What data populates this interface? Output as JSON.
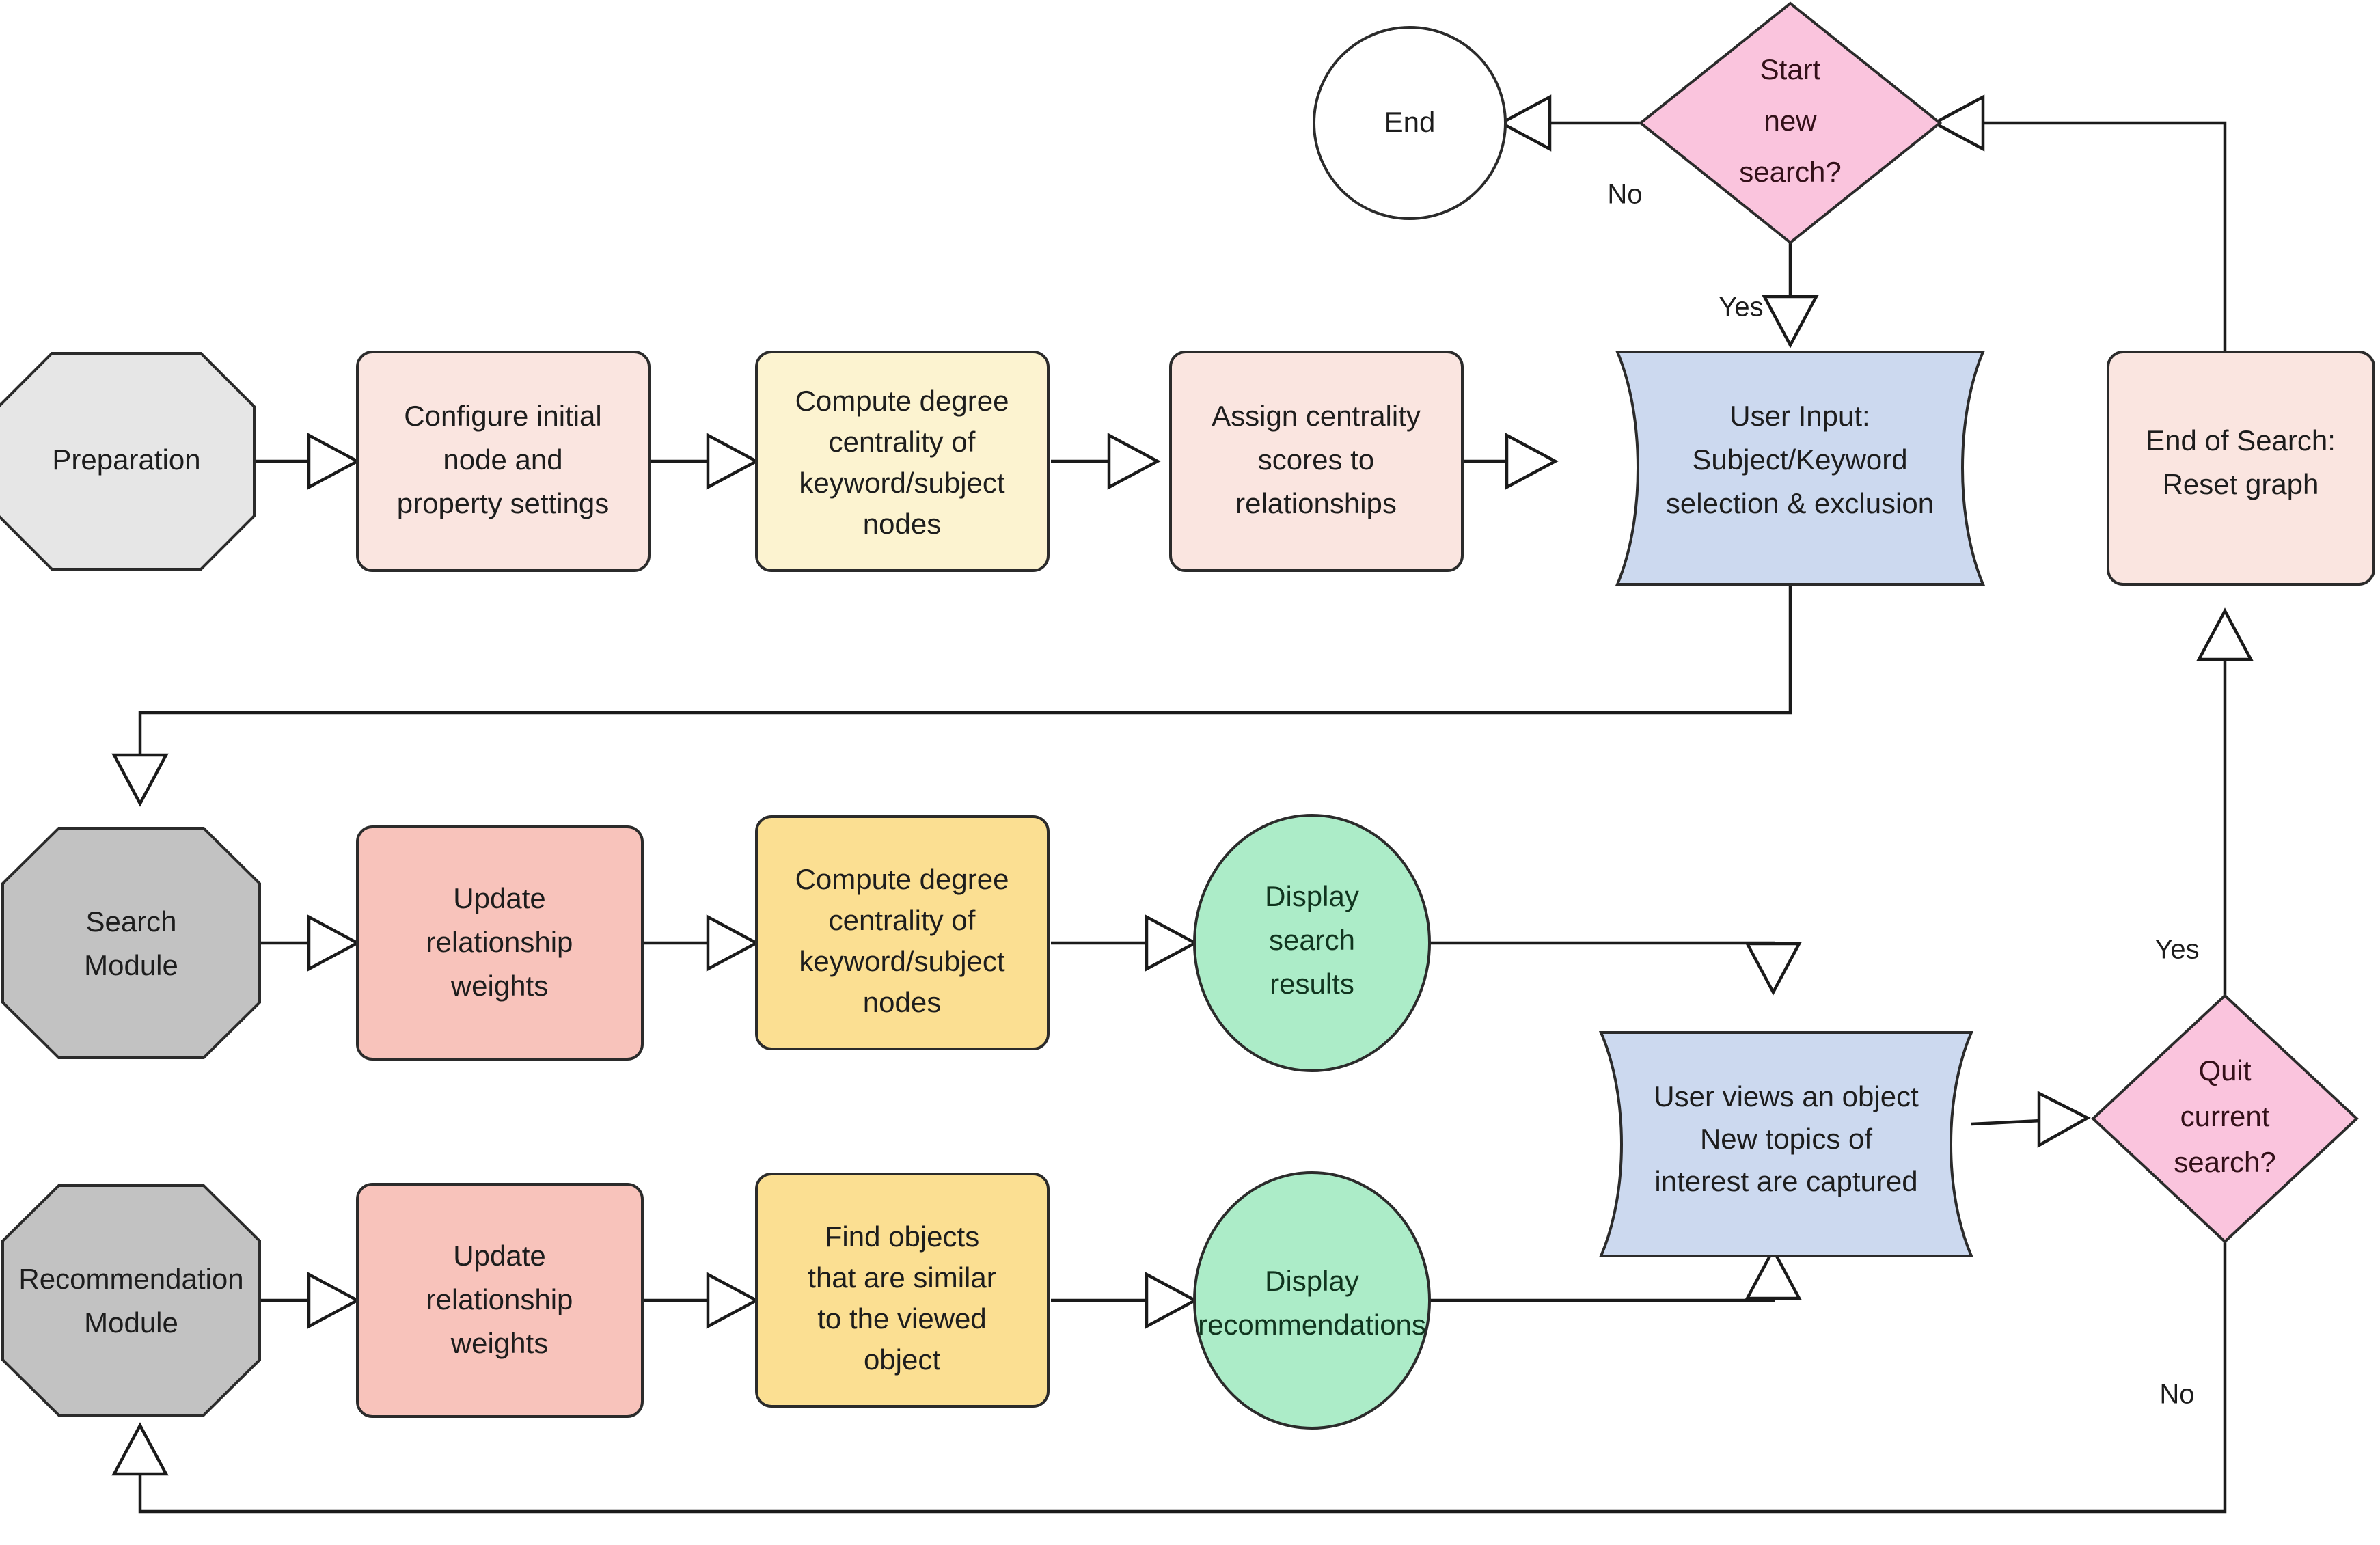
{
  "diagram": {
    "title": "Search and Recommendation Module Flowchart",
    "background": "#ffffff"
  },
  "palette": {
    "light_pink": "#fae5e0",
    "salmon": "#f8c3bb",
    "cream_yellow": "#fcf3d0",
    "gold_yellow": "#fbdf92",
    "light_gray": "#e6e6e6",
    "mid_gray": "#c2c2c2",
    "blue_gray": "#ccd9ef",
    "mint_green": "#acecc8",
    "hot_pink": "#fac4dd",
    "white": "#ffffff",
    "stroke": "#2b2b2b"
  },
  "nodes": {
    "end": {
      "label": "End",
      "shape": "circle",
      "fill": "#ffffff"
    },
    "start_new_search": {
      "label_lines": [
        "Start",
        "new",
        "search?"
      ],
      "shape": "diamond",
      "fill": "#fac4dd"
    },
    "preparation": {
      "label": "Preparation",
      "shape": "octagon",
      "fill": "#e6e6e6"
    },
    "configure_initial": {
      "label_lines": [
        "Configure initial",
        "node and",
        "property settings"
      ],
      "shape": "rounded-rect",
      "fill": "#fae5e0"
    },
    "compute_degree_top": {
      "label_lines": [
        "Compute degree",
        "centrality of",
        "keyword/subject",
        "nodes"
      ],
      "shape": "rounded-rect",
      "fill": "#fcf3d0"
    },
    "assign_centrality": {
      "label_lines": [
        "Assign centrality",
        "scores to",
        "relationships"
      ],
      "shape": "rounded-rect",
      "fill": "#fae5e0"
    },
    "user_input": {
      "label_lines": [
        "User Input:",
        "Subject/Keyword",
        "selection & exclusion"
      ],
      "shape": "tape",
      "fill": "#ccd9ef"
    },
    "end_of_search": {
      "label_lines": [
        "End of Search:",
        "Reset graph"
      ],
      "shape": "rounded-rect",
      "fill": "#fae5e0"
    },
    "search_module": {
      "label_lines": [
        "Search",
        "Module"
      ],
      "shape": "octagon",
      "fill": "#c2c2c2"
    },
    "update_weights_search": {
      "label_lines": [
        "Update",
        "relationship",
        "weights"
      ],
      "shape": "rounded-rect",
      "fill": "#f8c3bb"
    },
    "compute_degree_search": {
      "label_lines": [
        "Compute degree",
        "centrality of",
        "keyword/subject",
        "nodes"
      ],
      "shape": "rounded-rect",
      "fill": "#fbdf92"
    },
    "display_search_results": {
      "label_lines": [
        "Display",
        "search",
        "results"
      ],
      "shape": "ellipse",
      "fill": "#acecc8"
    },
    "user_views_object": {
      "label_lines": [
        "User views an object",
        "New topics of",
        "interest are captured"
      ],
      "shape": "tape",
      "fill": "#ccd9ef"
    },
    "quit_current_search": {
      "label_lines": [
        "Quit",
        "current",
        "search?"
      ],
      "shape": "diamond",
      "fill": "#fac4dd"
    },
    "recommendation_module": {
      "label_lines": [
        "Recommendation",
        "Module"
      ],
      "shape": "octagon",
      "fill": "#c2c2c2"
    },
    "update_weights_rec": {
      "label_lines": [
        "Update",
        "relationship",
        "weights"
      ],
      "shape": "rounded-rect",
      "fill": "#f8c3bb"
    },
    "find_similar_objects": {
      "label_lines": [
        "Find objects",
        "that are similar",
        "to the viewed",
        "object"
      ],
      "shape": "rounded-rect",
      "fill": "#fbdf92"
    },
    "display_recommendations": {
      "label_lines": [
        "Display",
        "recommendations"
      ],
      "shape": "ellipse",
      "fill": "#acecc8"
    }
  },
  "edge_labels": {
    "start_new_search_no": "No",
    "start_new_search_yes": "Yes",
    "quit_current_search_yes": "Yes",
    "quit_current_search_no": "No"
  },
  "edges": [
    {
      "from": "preparation",
      "to": "configure_initial"
    },
    {
      "from": "configure_initial",
      "to": "compute_degree_top"
    },
    {
      "from": "compute_degree_top",
      "to": "assign_centrality"
    },
    {
      "from": "assign_centrality",
      "to": "user_input"
    },
    {
      "from": "start_new_search",
      "to": "end",
      "label": "No"
    },
    {
      "from": "start_new_search",
      "to": "user_input",
      "label": "Yes"
    },
    {
      "from": "end_of_search",
      "to": "start_new_search"
    },
    {
      "from": "user_input",
      "to": "search_module"
    },
    {
      "from": "search_module",
      "to": "update_weights_search"
    },
    {
      "from": "update_weights_search",
      "to": "compute_degree_search"
    },
    {
      "from": "compute_degree_search",
      "to": "display_search_results"
    },
    {
      "from": "display_search_results",
      "to": "user_views_object"
    },
    {
      "from": "user_views_object",
      "to": "quit_current_search"
    },
    {
      "from": "quit_current_search",
      "to": "end_of_search",
      "label": "Yes"
    },
    {
      "from": "quit_current_search",
      "to": "recommendation_module",
      "label": "No"
    },
    {
      "from": "recommendation_module",
      "to": "update_weights_rec"
    },
    {
      "from": "update_weights_rec",
      "to": "find_similar_objects"
    },
    {
      "from": "find_similar_objects",
      "to": "display_recommendations"
    },
    {
      "from": "display_recommendations",
      "to": "user_views_object"
    }
  ]
}
